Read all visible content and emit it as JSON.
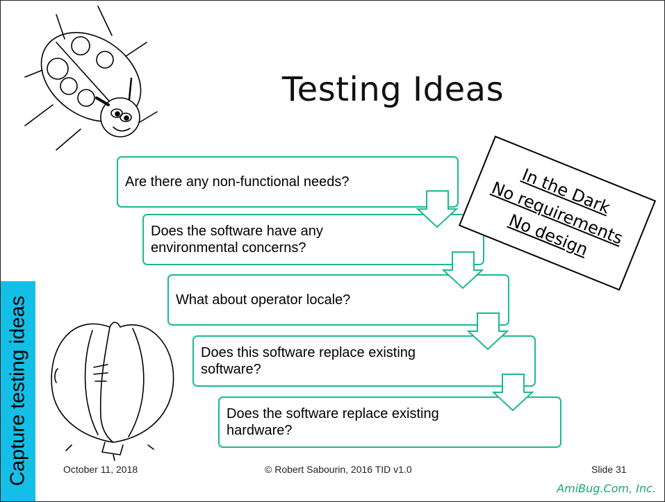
{
  "slide": {
    "title": "Testing Ideas",
    "side_label": "Capture testing ideas"
  },
  "steps": [
    {
      "text": "Are there any non-functional needs?"
    },
    {
      "text": "Does the software have any environmental concerns?"
    },
    {
      "text": "What about operator locale?"
    },
    {
      "text": "Does this software replace existing software?"
    },
    {
      "text": "Does the software replace existing hardware?"
    }
  ],
  "callout": {
    "lines": [
      "In the Dark",
      "No requirements",
      "No design"
    ]
  },
  "footer": {
    "date": "October 11, 2018",
    "copyright": "© Robert Sabourin, 2016 TID v1.0",
    "slide_number": "Slide 31",
    "brand": "AmiBug.Com, Inc."
  },
  "colors": {
    "accent_green": "#1ab990",
    "side_tab": "#13bfe6",
    "brand_text": "#17a870"
  },
  "icons": [
    "ladybug-icon",
    "balloon-icon",
    "down-arrow-icon"
  ]
}
